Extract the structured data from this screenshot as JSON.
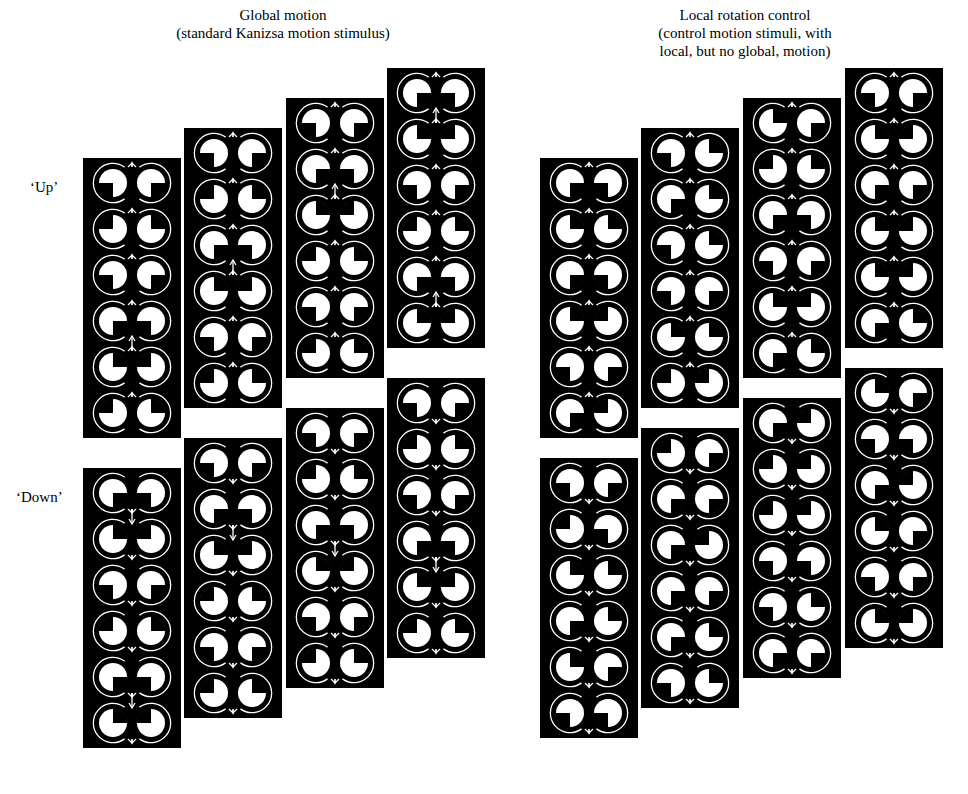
{
  "diagram": {
    "labels": [
      "Global motion",
      "(standard Kanizsa motion stimulus)",
      "Local rotation control",
      "(control motion stimuli, with",
      "local, but no global, motion)",
      "‘Up’",
      "‘Down’"
    ]
  }
}
